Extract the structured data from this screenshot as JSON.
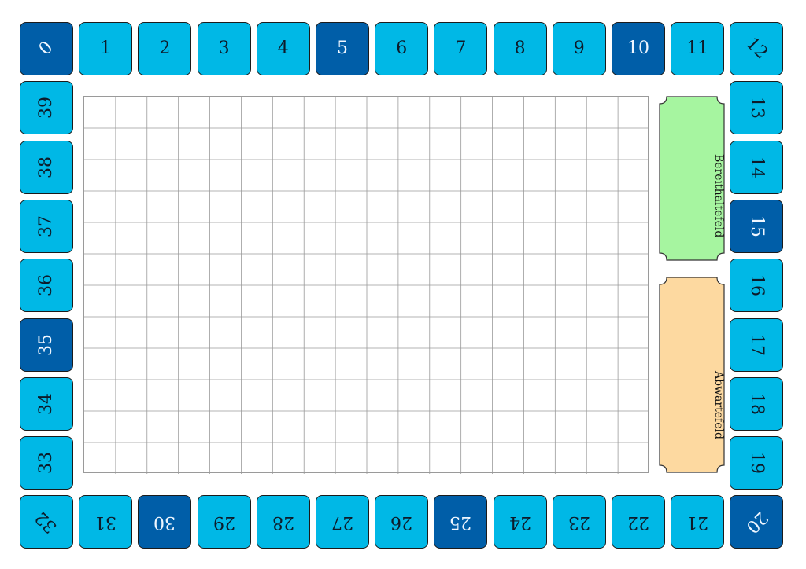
{
  "board": {
    "cells": [
      {
        "n": "0",
        "dark": true
      },
      {
        "n": "1",
        "dark": false
      },
      {
        "n": "2",
        "dark": false
      },
      {
        "n": "3",
        "dark": false
      },
      {
        "n": "4",
        "dark": false
      },
      {
        "n": "5",
        "dark": true
      },
      {
        "n": "6",
        "dark": false
      },
      {
        "n": "7",
        "dark": false
      },
      {
        "n": "8",
        "dark": false
      },
      {
        "n": "9",
        "dark": false
      },
      {
        "n": "10",
        "dark": true
      },
      {
        "n": "11",
        "dark": false
      },
      {
        "n": "12",
        "dark": false
      },
      {
        "n": "13",
        "dark": false
      },
      {
        "n": "14",
        "dark": false
      },
      {
        "n": "15",
        "dark": true
      },
      {
        "n": "16",
        "dark": false
      },
      {
        "n": "17",
        "dark": false
      },
      {
        "n": "18",
        "dark": false
      },
      {
        "n": "19",
        "dark": false
      },
      {
        "n": "20",
        "dark": true
      },
      {
        "n": "21",
        "dark": false
      },
      {
        "n": "22",
        "dark": false
      },
      {
        "n": "23",
        "dark": false
      },
      {
        "n": "24",
        "dark": false
      },
      {
        "n": "25",
        "dark": true
      },
      {
        "n": "26",
        "dark": false
      },
      {
        "n": "27",
        "dark": false
      },
      {
        "n": "28",
        "dark": false
      },
      {
        "n": "29",
        "dark": false
      },
      {
        "n": "30",
        "dark": true
      },
      {
        "n": "31",
        "dark": false
      },
      {
        "n": "32",
        "dark": false
      },
      {
        "n": "33",
        "dark": false
      },
      {
        "n": "34",
        "dark": false
      },
      {
        "n": "35",
        "dark": true
      },
      {
        "n": "36",
        "dark": false
      },
      {
        "n": "37",
        "dark": false
      },
      {
        "n": "38",
        "dark": false
      },
      {
        "n": "39",
        "dark": false
      }
    ],
    "colors": {
      "cell_light": "#00b8e6",
      "cell_dark": "#005ea8",
      "standby_fill": "#a6f5a0",
      "waiting_fill": "#fdd9a0",
      "grid_line": "#9a9a9a"
    },
    "grid": {
      "columns": 18,
      "rows": 12
    }
  },
  "standby_area": {
    "label": "Bereithaltefeld"
  },
  "waiting_area": {
    "label": "Abwartefeld"
  }
}
